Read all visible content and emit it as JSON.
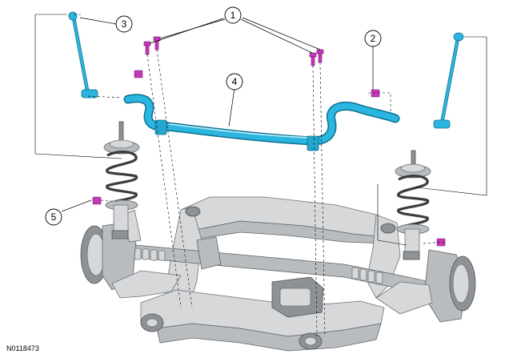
{
  "callouts": [
    {
      "id": "callout-1",
      "label": "1"
    },
    {
      "id": "callout-2",
      "label": "2"
    },
    {
      "id": "callout-3",
      "label": "3"
    },
    {
      "id": "callout-4",
      "label": "4"
    },
    {
      "id": "callout-5",
      "label": "5"
    }
  ],
  "figure_id": "N0118473",
  "colors": {
    "stabilizer_bar": "#2bb6df",
    "stabilizer_bar_edge": "#0d6f90",
    "fastener": "#c437b9",
    "subframe": "#c9cbce"
  }
}
